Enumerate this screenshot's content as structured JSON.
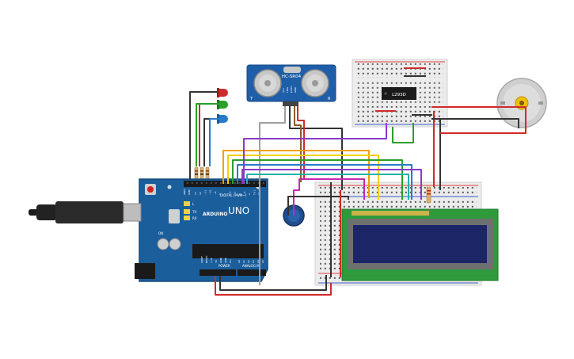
{
  "sensor": {
    "model": "HC-SR04",
    "pins": [
      "VCC",
      "TRIG",
      "ECHO",
      "GND"
    ],
    "left_mark": "T",
    "right_mark": "R"
  },
  "driver": {
    "chip": "L293D"
  },
  "arduino": {
    "brand": "ARDUINO",
    "model": "UNO",
    "digital_label": "DIGITAL (PWM~)",
    "power_label": "POWER",
    "analog_label": "ANALOG IN",
    "aref_label": "AREF",
    "gnd_label": "GND",
    "led_l": "L",
    "led_tx": "TX",
    "led_rx": "RX",
    "on_label": "ON",
    "digital_pins": [
      "13",
      "12",
      "~11",
      "~10",
      "~9",
      "8",
      "7",
      "~6",
      "~5",
      "4",
      "~3",
      "2",
      "TX 1",
      "RX 0"
    ],
    "power_pins": [
      "IOREF",
      "RESET",
      "3.3V",
      "5V",
      "GND",
      "GND",
      "Vin"
    ],
    "analog_pins": [
      "A0",
      "A1",
      "A2",
      "A3",
      "A4",
      "A5"
    ]
  },
  "colors": {
    "board": "#1b5e9c",
    "board_dark": "#134a7c",
    "sensor_board": "#1f5ea8",
    "lcd_pcb": "#2e9a3c",
    "lcd_screen": "#1c2566",
    "led_red": "#d12a2a",
    "led_green": "#2aa02a",
    "led_blue": "#2a7ac8",
    "breadboard": "#ececec",
    "rail_red": "#e23b3b",
    "rail_blue": "#3a5cc8",
    "motor": "#d4d4d4",
    "motor_hub": "#f0c000"
  },
  "icons": [
    "usb-plug-icon",
    "dc-jack-icon",
    "reset-button-icon",
    "potentiometer-icon",
    "dc-motor-icon",
    "led-icon",
    "resistor-icon"
  ]
}
